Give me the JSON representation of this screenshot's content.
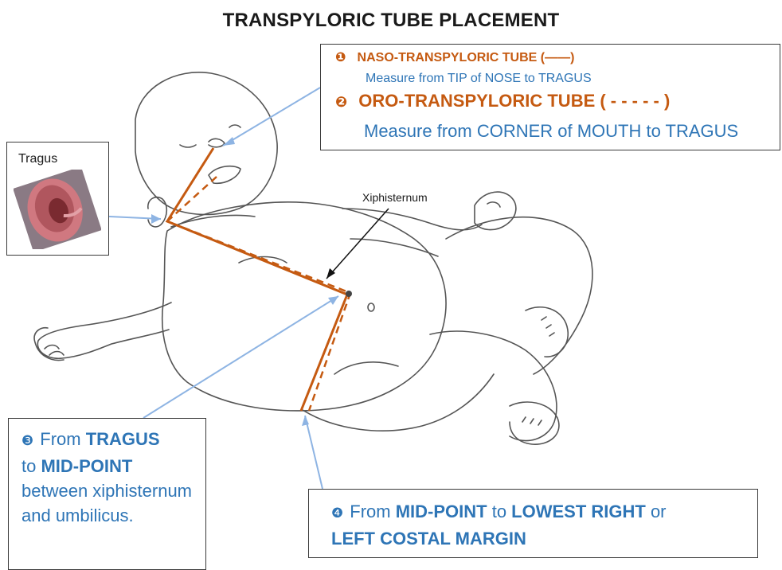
{
  "title": "TRANSPYLORIC TUBE PLACEMENT",
  "box1": {
    "num1": "❶",
    "naso_label": "NASO-TRANSPYLORIC TUBE (——)",
    "naso_measure": "Measure from TIP of NOSE to TRAGUS",
    "num2": "❷",
    "oro_label": "ORO-TRANSPYLORIC TUBE  ( - - - - - )",
    "oro_measure": "Measure from CORNER of MOUTH to TRAGUS"
  },
  "tragus_label": "Tragus",
  "xiphisternum_label": "Xiphisternum",
  "box3": {
    "num": "❸",
    "t1": "From ",
    "b1": "TRAGUS",
    "t2": "to ",
    "b2": "MID-POINT",
    "t3": "between xiphisternum and umbilicus."
  },
  "box4": {
    "num": "❹",
    "t1": "From ",
    "b1": "MID-POINT",
    "t2": " to ",
    "b2": "LOWEST RIGHT",
    "t3": " or ",
    "b3": "LEFT COSTAL MARGIN"
  },
  "colors": {
    "tube": "#c55a11",
    "text_blue": "#2e75b6",
    "pointer": "#8eb4e3",
    "sketch": "#555555"
  }
}
